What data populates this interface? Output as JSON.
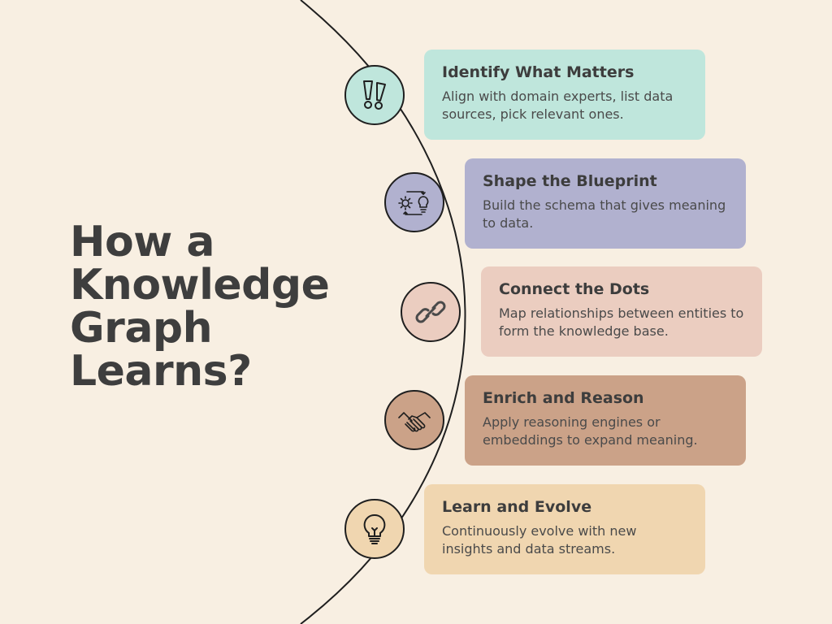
{
  "title_lines": [
    "How a",
    "Knowledge",
    "Graph",
    "Learns?"
  ],
  "steps": [
    {
      "title": "Identify What Matters",
      "description": "Align with domain experts, list data sources, pick relevant ones.",
      "icon": "exclamation-marks-icon",
      "card_color": "#bfe6dc",
      "circle_color": "#bfe6dc"
    },
    {
      "title": "Shape the Blueprint",
      "description": "Build the schema that gives meaning to data.",
      "icon": "gear-lightbulb-cycle-icon",
      "card_color": "#b1b1cf",
      "circle_color": "#b1b1cf"
    },
    {
      "title": "Connect the Dots",
      "description": "Map relationships between entities to form the knowledge base.",
      "icon": "chain-link-icon",
      "card_color": "#ebcdc0",
      "circle_color": "#ebcdc0"
    },
    {
      "title": "Enrich and Reason",
      "description": "Apply reasoning engines or embeddings to expand meaning.",
      "icon": "handshake-icon",
      "card_color": "#cba288",
      "circle_color": "#cba288"
    },
    {
      "title": "Learn and Evolve",
      "description": "Continuously evolve with new insights and data streams.",
      "icon": "lightbulb-icon",
      "card_color": "#f0d6b0",
      "circle_color": "#f0d6b0"
    }
  ]
}
